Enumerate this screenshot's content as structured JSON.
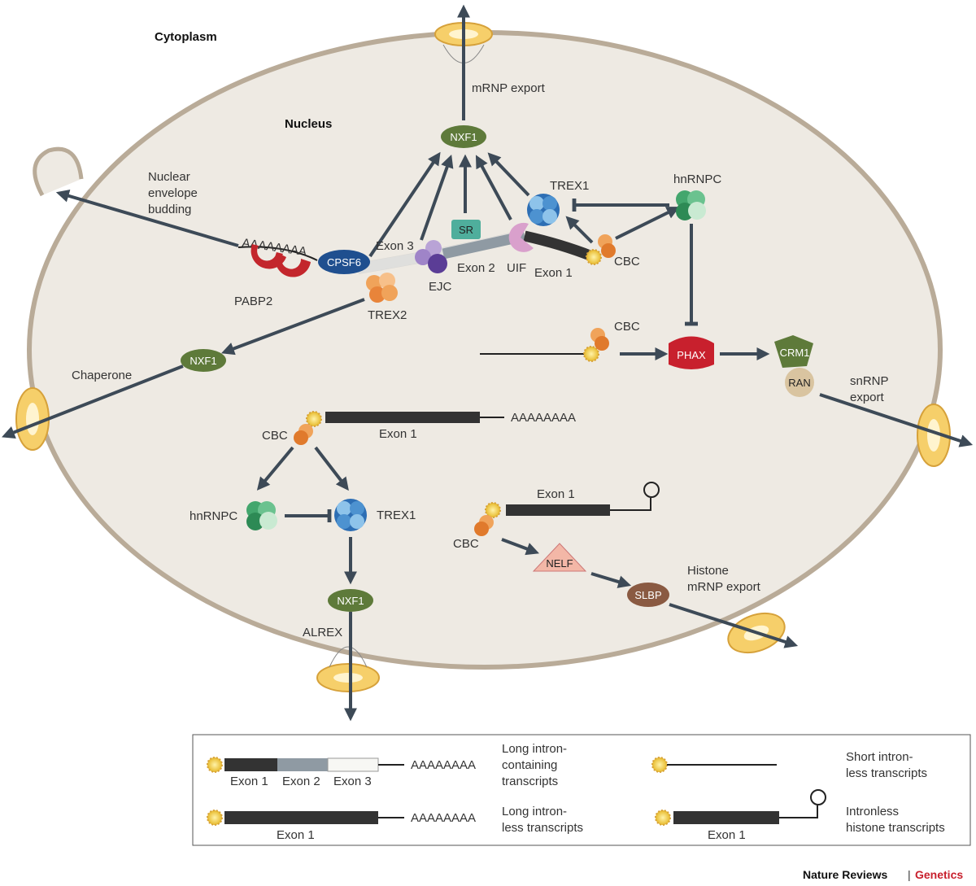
{
  "labels": {
    "cytoplasm": "Cytoplasm",
    "nucleus": "Nucleus",
    "mrnp_export": "mRNP export",
    "nuclear_envelope_budding": [
      "Nuclear",
      "envelope",
      "budding"
    ],
    "chaperone": "Chaperone",
    "snrnp_export": [
      "snRNP",
      "export"
    ],
    "alrex": "ALREX",
    "histone_mrnp_export": [
      "Histone",
      "mRNP export"
    ]
  },
  "proteins": {
    "nxf1": "NXF1",
    "trex1": "TREX1",
    "trex2": "TREX2",
    "hnrnpc": "hnRNPC",
    "sr": "SR",
    "uif": "UIF",
    "cbc": "CBC",
    "ejc": "EJC",
    "cpsf6": "CPSF6",
    "pabp2": "PABP2",
    "phax": "PHAX",
    "crm1": "CRM1",
    "ran": "RAN",
    "nelf": "NELF",
    "slbp": "SLBP"
  },
  "transcript_labels": {
    "exon1": "Exon 1",
    "exon2": "Exon 2",
    "exon3": "Exon 3",
    "polya": "AAAAAAAA"
  },
  "legend": {
    "long_intron_containing": [
      "Long intron-",
      "containing",
      "transcripts"
    ],
    "long_intronless": [
      "Long intron-",
      "less transcripts"
    ],
    "short_intronless": [
      "Short intron-",
      "less transcripts"
    ],
    "intronless_histone": [
      "Intronless",
      "histone transcripts"
    ]
  },
  "footer": {
    "journal": "Nature Reviews",
    "separator": "|",
    "section": "Genetics"
  },
  "colors": {
    "cytoplasm_bg": "#ffffff",
    "nucleus_fill": "#eeeae3",
    "nucleus_edge": "#b9ab98",
    "pore": "#f6cf6a",
    "arrow": "#3d4a57",
    "nxf1": "#5e7a3a",
    "cpsf6": "#1f4f8f",
    "phax": "#c8202d",
    "genetics_red": "#c8202d"
  }
}
